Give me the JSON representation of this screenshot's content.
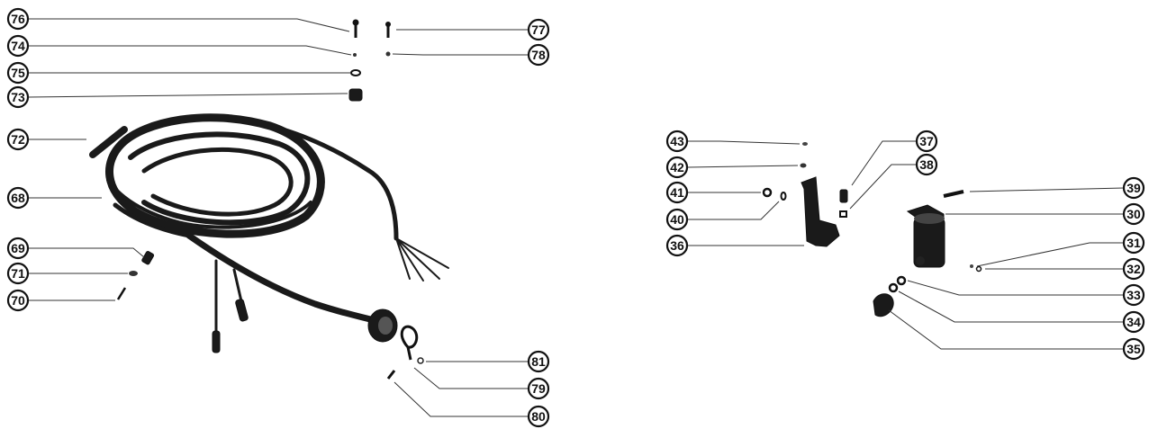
{
  "callouts": {
    "c76": "76",
    "c74": "74",
    "c75": "75",
    "c73": "73",
    "c72": "72",
    "c68": "68",
    "c69": "69",
    "c71": "71",
    "c70": "70",
    "c77": "77",
    "c78": "78",
    "c81": "81",
    "c79": "79",
    "c80": "80",
    "c43": "43",
    "c42": "42",
    "c41": "41",
    "c40": "40",
    "c36": "36",
    "c37": "37",
    "c38": "38",
    "c39": "39",
    "c30": "30",
    "c31": "31",
    "c32": "32",
    "c33": "33",
    "c34": "34",
    "c35": "35"
  }
}
